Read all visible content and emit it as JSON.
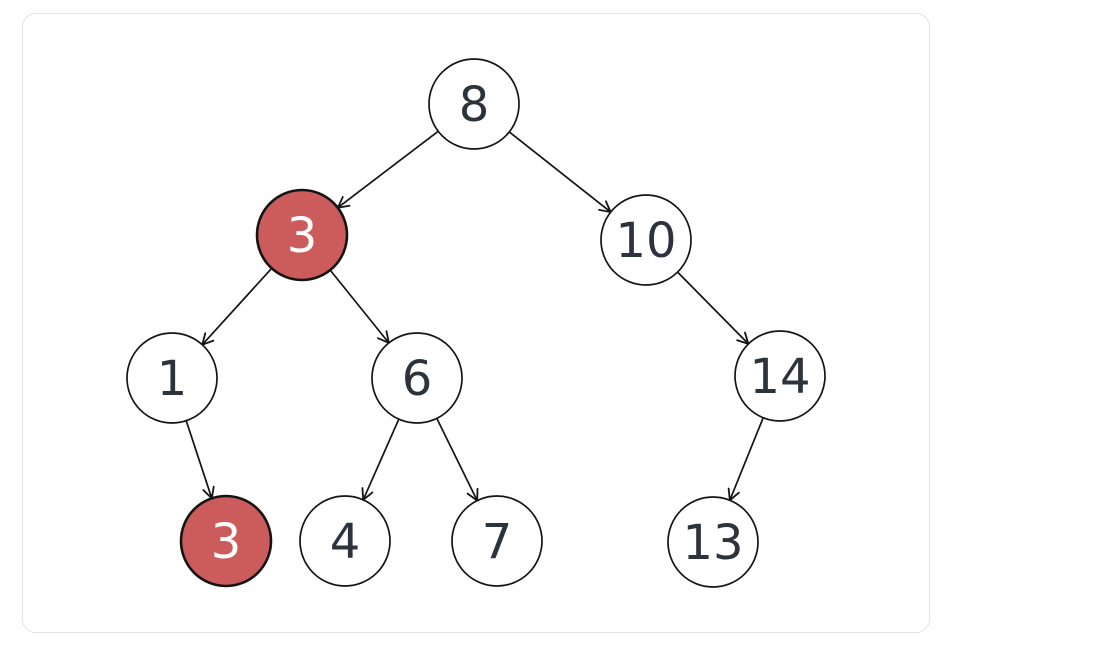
{
  "tree": {
    "type": "binary-tree",
    "nodes": [
      {
        "id": "n8",
        "value": "8",
        "highlighted": false
      },
      {
        "id": "n3a",
        "value": "3",
        "highlighted": true
      },
      {
        "id": "n10",
        "value": "10",
        "highlighted": false
      },
      {
        "id": "n1",
        "value": "1",
        "highlighted": false
      },
      {
        "id": "n6",
        "value": "6",
        "highlighted": false
      },
      {
        "id": "n14",
        "value": "14",
        "highlighted": false
      },
      {
        "id": "n3b",
        "value": "3",
        "highlighted": true
      },
      {
        "id": "n4",
        "value": "4",
        "highlighted": false
      },
      {
        "id": "n7",
        "value": "7",
        "highlighted": false
      },
      {
        "id": "n13",
        "value": "13",
        "highlighted": false
      }
    ],
    "edges": [
      {
        "from": "n8",
        "to": "n3a"
      },
      {
        "from": "n8",
        "to": "n10"
      },
      {
        "from": "n3a",
        "to": "n1"
      },
      {
        "from": "n3a",
        "to": "n6"
      },
      {
        "from": "n10",
        "to": "n14"
      },
      {
        "from": "n1",
        "to": "n3b"
      },
      {
        "from": "n6",
        "to": "n4"
      },
      {
        "from": "n6",
        "to": "n7"
      },
      {
        "from": "n14",
        "to": "n13"
      }
    ],
    "colors": {
      "highlight_fill": "#cc5b5c",
      "node_fill": "#ffffff",
      "node_stroke": "#141414",
      "edge_stroke": "#141414",
      "value_text": "#2d333c",
      "highlight_value_text": "#ffffff",
      "card_border": "#e2e3e6"
    }
  }
}
